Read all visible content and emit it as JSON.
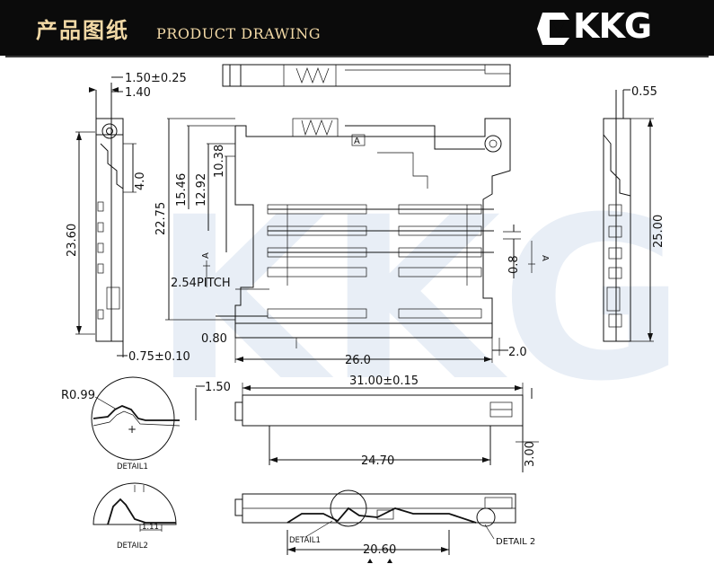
{
  "header": {
    "title_cn": "产品图纸",
    "title_en": "PRODUCT DRAWING",
    "logo_text": "KKG"
  },
  "watermark": "KKG",
  "colors": {
    "header_bg": "#0b0b0b",
    "header_text": "#f2d9a6",
    "line": "#111111",
    "watermark": "#e8eef6"
  },
  "dims": {
    "d_150": "1.50±0.25",
    "d_140": "1.40",
    "d_055": "0.55",
    "d_40": "4.0",
    "d_2360": "23.60",
    "d_2275": "22.75",
    "d_1546": "15.46",
    "d_1292": "12.92",
    "d_1038": "10.38",
    "d_2500": "25.00",
    "d_08": "0.8",
    "d_pitch": "2.54PITCH",
    "d_080": "0.80",
    "d_075": "0.75±0.10",
    "d_260": "26.0",
    "d_20": "2.0",
    "d_3100": "31.00±0.15",
    "d_2470": "24.70",
    "d_300": "3.00",
    "d_2060": "20.60",
    "d_r099": "R0.99",
    "d_150b": "1.50",
    "d_111": "1.11"
  },
  "labels": {
    "section_a": "A",
    "detail1": "DETAIL1",
    "detail2": "DETAIL2",
    "detail1_ref": "DETAIL1",
    "detail2_ref": "DETAIL 2"
  }
}
